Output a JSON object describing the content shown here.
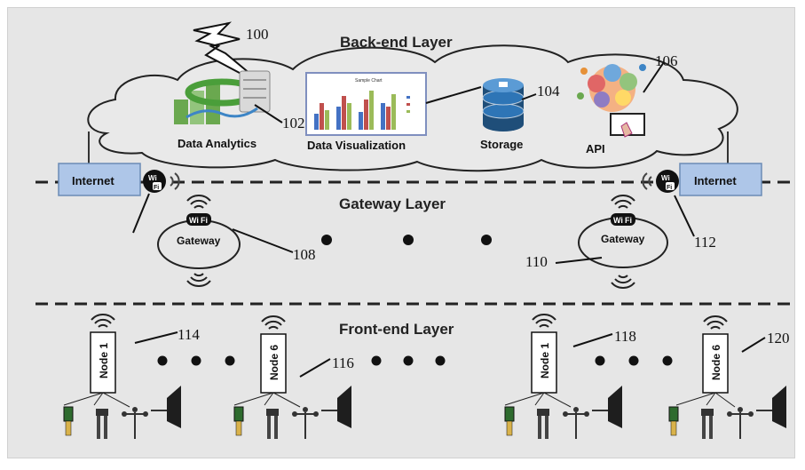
{
  "layers": {
    "backend": "Back-end Layer",
    "gateway": "Gateway Layer",
    "frontend": "Front-end Layer"
  },
  "cloud_items": {
    "analytics": "Data Analytics",
    "visualization": "Data Visualization",
    "storage": "Storage",
    "api": "API"
  },
  "chart_title": "Sample Chart",
  "internet": {
    "left": "Internet",
    "right": "Internet"
  },
  "wifi": {
    "wi": "Wi",
    "fi": "Fi"
  },
  "gateway_label": "Gateway",
  "nodes": [
    "Node 1",
    "Node 6",
    "Node 1",
    "Node 6"
  ],
  "refs": {
    "r100": "100",
    "r102": "102",
    "r104": "104",
    "r106": "106",
    "r108": "108",
    "r110": "110",
    "r112": "112",
    "r114": "114",
    "r116": "116",
    "r118": "118",
    "r120": "120"
  },
  "colors": {
    "background": "#e6e6e6",
    "internet_box": "#aec6e8",
    "storage": "#1f4e79",
    "bars": [
      "#4472c4",
      "#c0504d",
      "#9bbb59"
    ]
  }
}
